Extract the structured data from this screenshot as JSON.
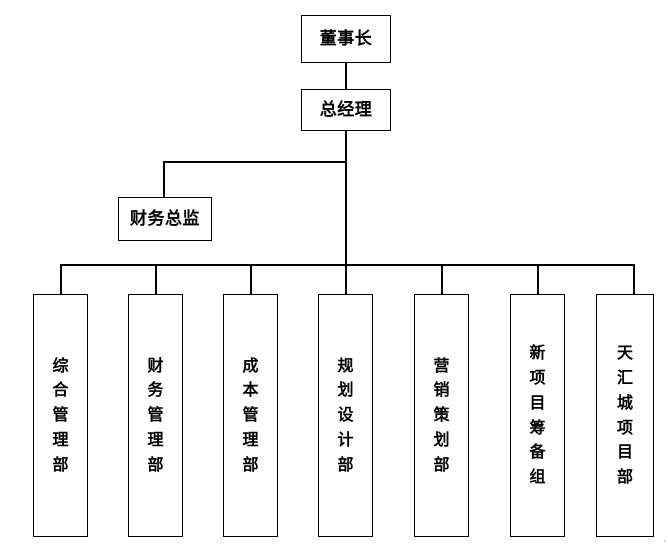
{
  "diagram": {
    "type": "org-chart",
    "title": "",
    "colors": {
      "line": "#000000",
      "box_border": "#000000",
      "box_fill": "#ffffff",
      "text": "#000000"
    },
    "nodes": {
      "chairman": {
        "label": "董事长"
      },
      "general_manager": {
        "label": "总经理"
      },
      "finance_director": {
        "label": "财务总监"
      },
      "departments": [
        {
          "label": "综合管理部"
        },
        {
          "label": "财务管理部"
        },
        {
          "label": "成本管理部"
        },
        {
          "label": "规划设计部"
        },
        {
          "label": "营销策划部"
        },
        {
          "label": "新项目筹备组"
        },
        {
          "label": "天汇城项目部"
        }
      ]
    },
    "corner_mark": "·"
  }
}
